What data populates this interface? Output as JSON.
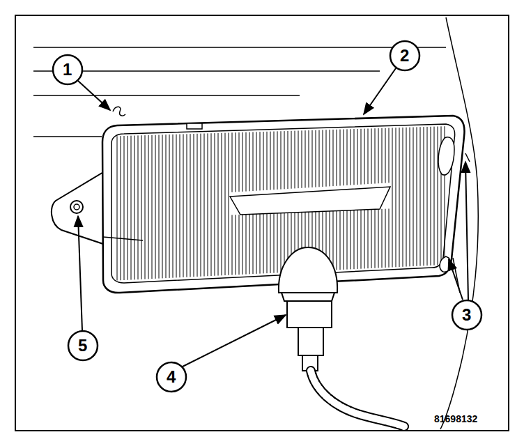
{
  "diagram": {
    "labels": [
      "1",
      "2",
      "3",
      "4",
      "5",
      "81698132"
    ]
  }
}
